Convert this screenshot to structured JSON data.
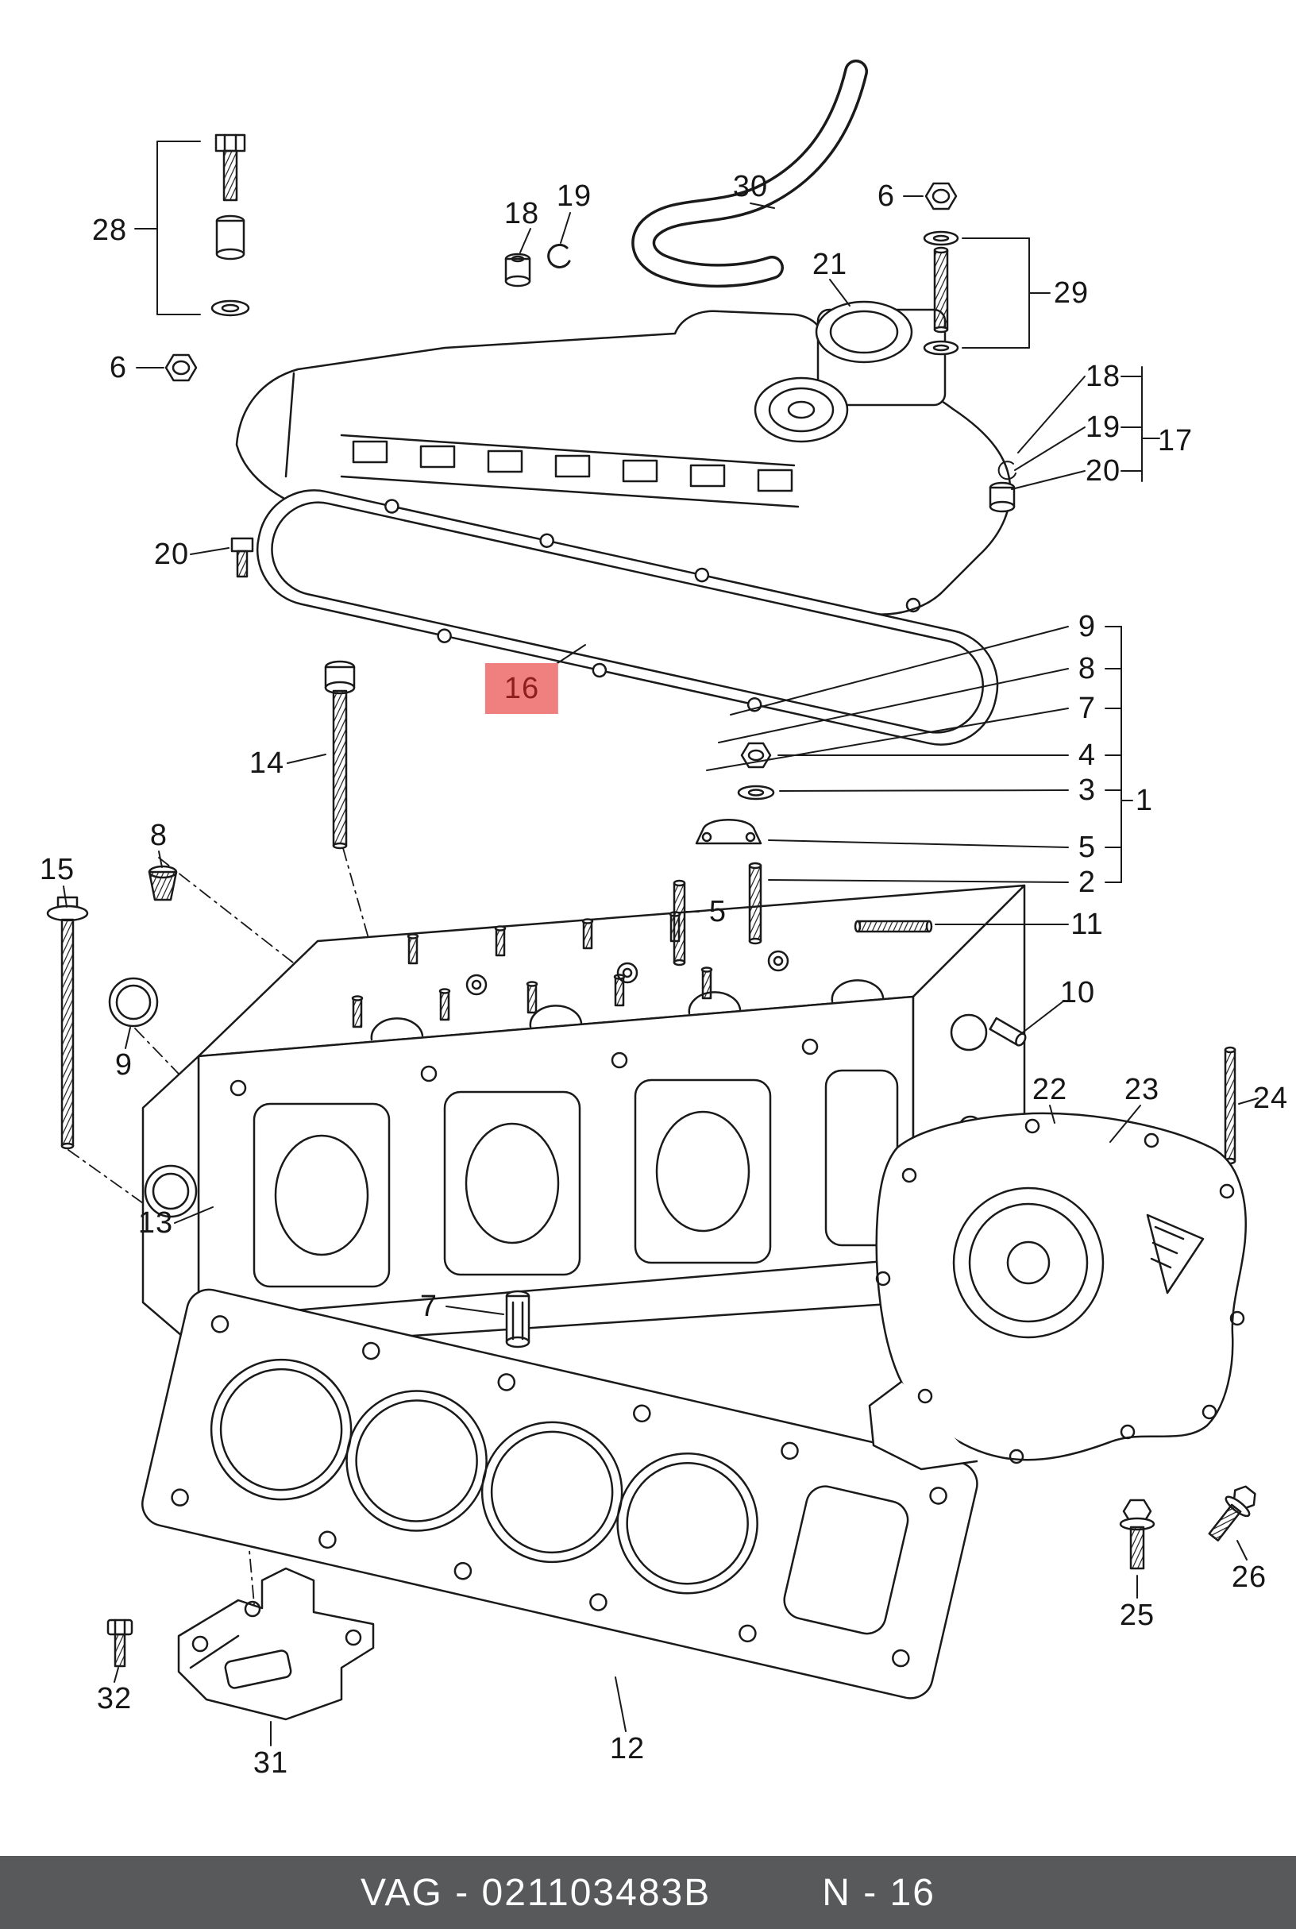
{
  "colors": {
    "highlight-bg": "#F08080",
    "highlight-text": "#8B1E1E",
    "footer-bg": "#58595B",
    "footer-text": "#FFFFFF",
    "line": "#1A1A1A"
  },
  "footer": {
    "left_text": "VAG - 021103483B",
    "right_text": "N - 16"
  },
  "diagram": {
    "callouts": [
      {
        "label": "28"
      },
      {
        "label": "18"
      },
      {
        "label": "19"
      },
      {
        "label": "30"
      },
      {
        "label": "6"
      },
      {
        "label": "21"
      },
      {
        "label": "29"
      },
      {
        "label": "6"
      },
      {
        "label": "18"
      },
      {
        "label": "19"
      },
      {
        "label": "20"
      },
      {
        "label": "17"
      },
      {
        "label": "20"
      },
      {
        "label": "16",
        "highlighted": true
      },
      {
        "label": "9"
      },
      {
        "label": "8"
      },
      {
        "label": "7"
      },
      {
        "label": "4"
      },
      {
        "label": "3"
      },
      {
        "label": "1"
      },
      {
        "label": "5"
      },
      {
        "label": "2"
      },
      {
        "label": "11"
      },
      {
        "label": "14"
      },
      {
        "label": "8"
      },
      {
        "label": "15"
      },
      {
        "label": "5"
      },
      {
        "label": "9"
      },
      {
        "label": "10"
      },
      {
        "label": "22"
      },
      {
        "label": "23"
      },
      {
        "label": "24"
      },
      {
        "label": "13"
      },
      {
        "label": "7"
      },
      {
        "label": "12"
      },
      {
        "label": "25"
      },
      {
        "label": "26"
      },
      {
        "label": "31"
      },
      {
        "label": "32"
      }
    ]
  }
}
